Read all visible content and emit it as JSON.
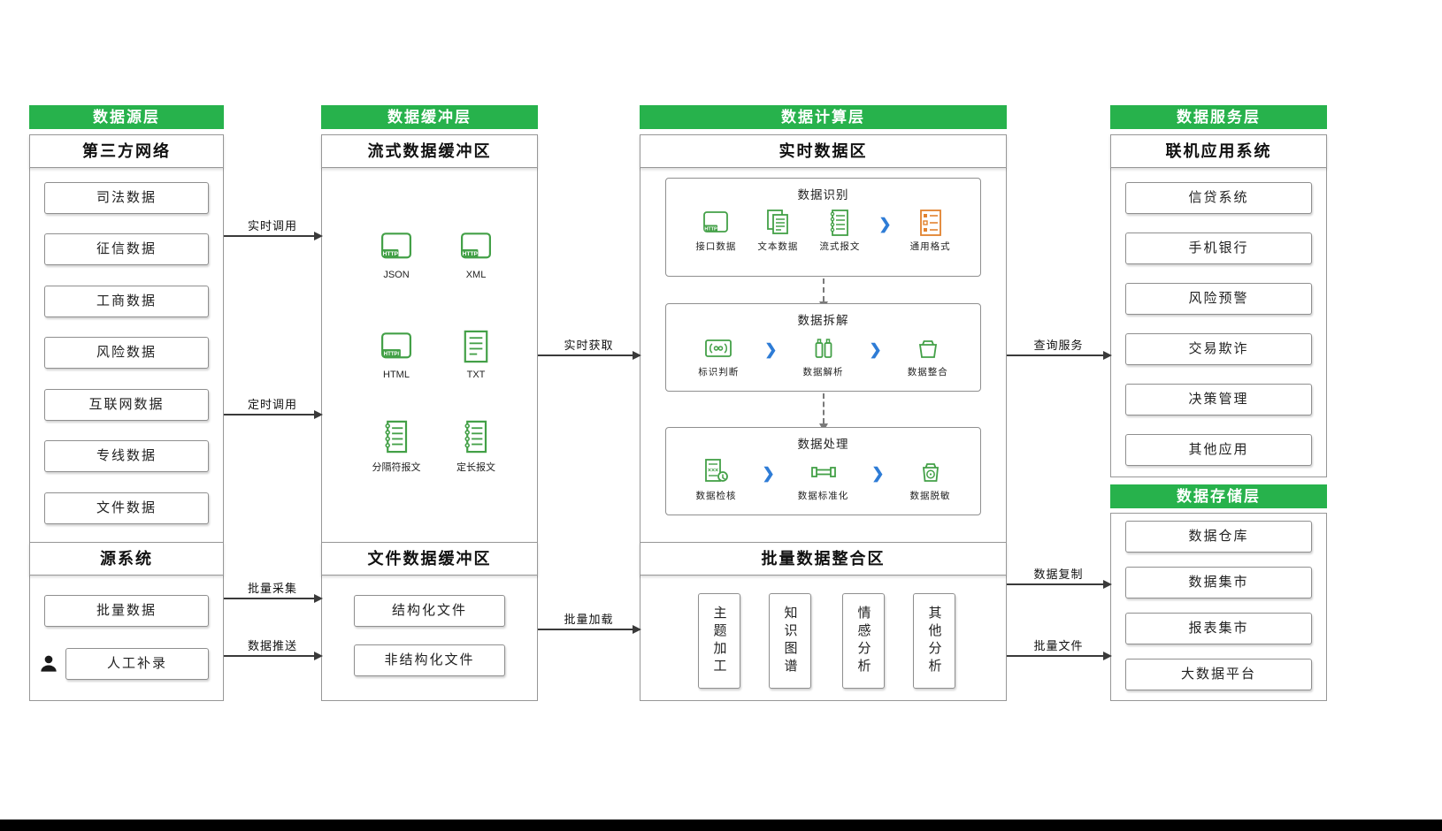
{
  "colors": {
    "layer_header_green": "#27b24c",
    "icon_green": "#43a047",
    "icon_orange": "#e2822e",
    "chevron_blue": "#2e7cd6"
  },
  "source": {
    "header": "数据源层",
    "net_title": "第三方网络",
    "net_items": [
      "司法数据",
      "征信数据",
      "工商数据",
      "风险数据",
      "互联网数据",
      "专线数据",
      "文件数据"
    ],
    "sys_title": "源系统",
    "sys_items": [
      "批量数据",
      "人工补录"
    ]
  },
  "buffer": {
    "header": "数据缓冲层",
    "stream_title": "流式数据缓冲区",
    "stream_items": [
      "JSON",
      "XML",
      "HTML",
      "TXT",
      "分隔符报文",
      "定长报文"
    ],
    "file_title": "文件数据缓冲区",
    "file_items": [
      "结构化文件",
      "非结构化文件"
    ]
  },
  "compute": {
    "header": "数据计算层",
    "realtime_title": "实时数据区",
    "stage1": {
      "title": "数据识别",
      "items": [
        "接口数据",
        "文本数据",
        "流式报文",
        "通用格式"
      ]
    },
    "stage2": {
      "title": "数据拆解",
      "items": [
        "标识判断",
        "数据解析",
        "数据整合"
      ]
    },
    "stage3": {
      "title": "数据处理",
      "items": [
        "数据检核",
        "数据标准化",
        "数据脱敏"
      ]
    },
    "batch_title": "批量数据整合区",
    "batch_items": [
      "主题加工",
      "知识图谱",
      "情感分析",
      "其他分析"
    ]
  },
  "service": {
    "header": "数据服务层",
    "title": "联机应用系统",
    "items": [
      "信贷系统",
      "手机银行",
      "风险预警",
      "交易欺诈",
      "决策管理",
      "其他应用"
    ]
  },
  "storage": {
    "header": "数据存储层",
    "items": [
      "数据仓库",
      "数据集市",
      "报表集市",
      "大数据平台"
    ]
  },
  "arrows": {
    "a1": "实时调用",
    "a2": "定时调用",
    "a3": "批量采集",
    "a4": "数据推送",
    "a5": "实时获取",
    "a6": "批量加载",
    "a7": "查询服务",
    "a8": "数据复制",
    "a9": "批量文件"
  }
}
